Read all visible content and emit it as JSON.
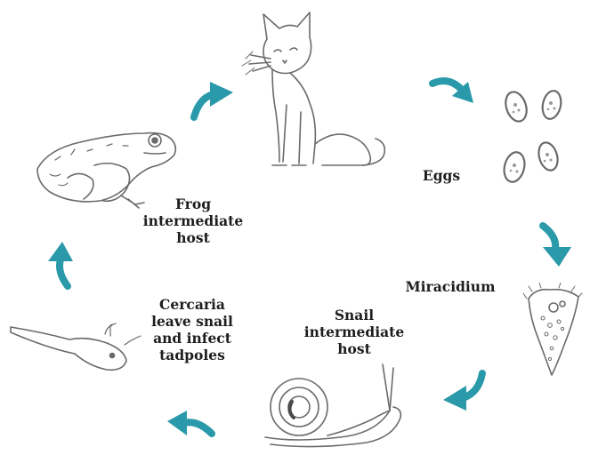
{
  "colors": {
    "arrow": "#2a9aaa",
    "sketch": "#6a6a6a",
    "background": "#ffffff"
  },
  "stages": {
    "cat": {
      "icon": "cat-illustration"
    },
    "eggs": {
      "icon": "eggs-illustration",
      "label": "Eggs"
    },
    "miracidium": {
      "icon": "miracidium-illustration",
      "label": "Miracidium"
    },
    "snail": {
      "icon": "snail-illustration",
      "label_lines": [
        "Snail",
        "intermediate",
        "host"
      ]
    },
    "tadpole": {
      "icon": "tadpole-illustration",
      "label_lines": [
        "Cercaria",
        "leave snail",
        "and infect",
        "tadpoles"
      ]
    },
    "frog": {
      "icon": "frog-illustration",
      "label_lines": [
        "Frog",
        "intermediate",
        "host"
      ]
    }
  },
  "arrows": [
    {
      "from": "cat",
      "to": "eggs"
    },
    {
      "from": "eggs",
      "to": "miracidium"
    },
    {
      "from": "miracidium",
      "to": "snail"
    },
    {
      "from": "snail",
      "to": "tadpole"
    },
    {
      "from": "tadpole",
      "to": "frog"
    },
    {
      "from": "frog",
      "to": "cat"
    }
  ]
}
